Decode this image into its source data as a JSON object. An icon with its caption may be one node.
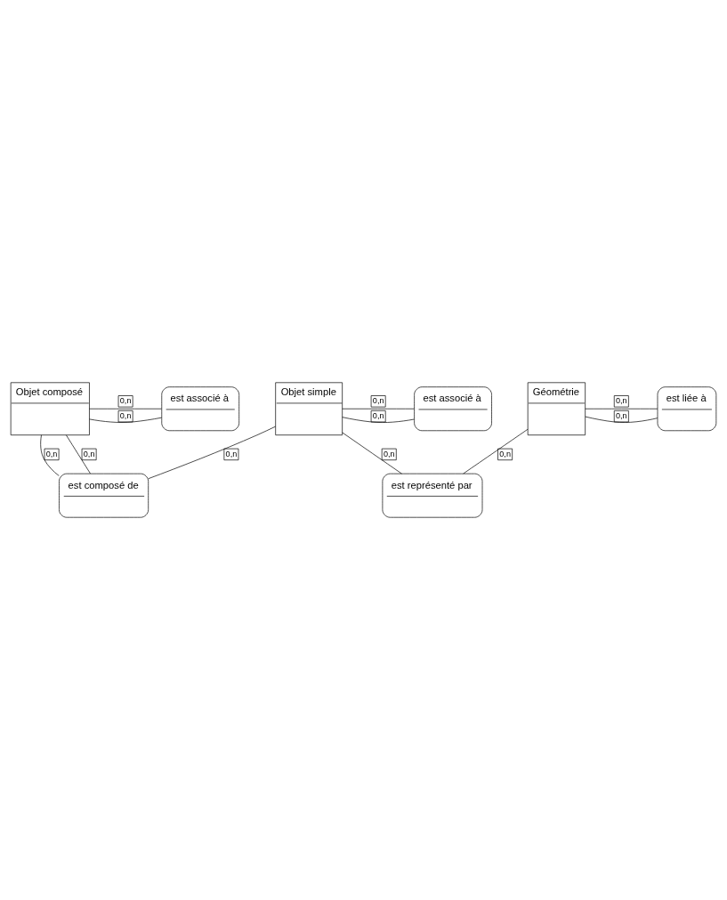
{
  "diagram": {
    "nodes": [
      {
        "text": [
          "Objet composé"
        ]
      },
      {
        "text": [
          "est associé à"
        ]
      },
      {
        "text": [
          "est composé de"
        ]
      },
      {
        "text": [
          "Objet simple"
        ]
      },
      {
        "text": [
          "est associé à"
        ]
      },
      {
        "text": [
          "est représenté par"
        ]
      },
      {
        "text": [
          "Géométrie"
        ]
      },
      {
        "text": [
          "est liée à"
        ]
      }
    ],
    "edges": [
      {
        "from": 0,
        "to": 1,
        "arrow": "none",
        "label": "0,n"
      },
      {
        "from": 0,
        "to": 1,
        "arrow": "none",
        "label": "0,n"
      },
      {
        "from": 0,
        "to": 2,
        "arrow": "none",
        "label": "0,n"
      },
      {
        "from": 0,
        "to": 2,
        "arrow": "none",
        "label": "0,n"
      },
      {
        "from": 3,
        "to": 2,
        "arrow": "none",
        "label": "0,n"
      },
      {
        "from": 3,
        "to": 4,
        "arrow": "none",
        "label": "0,n"
      },
      {
        "from": 3,
        "to": 4,
        "arrow": "none",
        "label": "0,n"
      },
      {
        "from": 3,
        "to": 5,
        "arrow": "none",
        "label": "0,n"
      },
      {
        "from": 6,
        "to": 5,
        "arrow": "none",
        "label": "0,n"
      },
      {
        "from": 6,
        "to": 7,
        "arrow": "none",
        "label": "0,n"
      },
      {
        "from": 6,
        "to": 7,
        "arrow": "none",
        "label": "0,n"
      }
    ]
  }
}
